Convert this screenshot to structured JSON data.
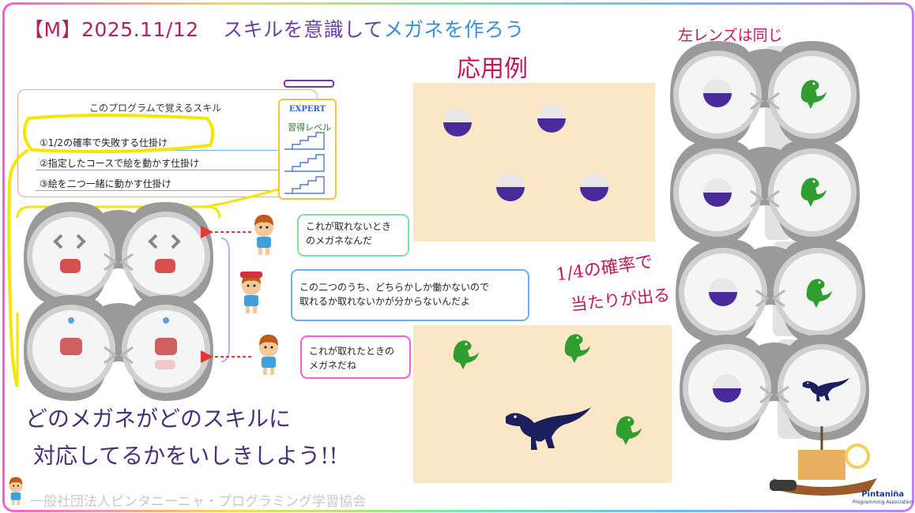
{
  "slide": {
    "title_prefix": "【M】2025.11/12",
    "title_part1": "スキルを意識して",
    "title_part2": "メガネを作ろう",
    "note_application": "応用例",
    "note_same_left_lens": "左レンズは同じ",
    "note_probability": "1/4の確率で",
    "note_probability_2": "当たりが出る",
    "note_bottom_1": "どのメガネがどのスキルに",
    "note_bottom_2": "対応してるかをいしきしよう!!",
    "footer_org": "一般社団法人ピンタニーニャ・プログラミング学習協会",
    "logo_name": "Pintaniña",
    "logo_sub": "Programming Association"
  },
  "skills": {
    "header": "このプログラムで覚えるスキル",
    "items": [
      "①1/2の確率で失敗する仕掛け",
      "②指定したコースで絵を動かす仕掛け",
      "③絵を二つ一緒に動かす仕掛け"
    ],
    "level_title": "EXPERT",
    "level_label": "習得レベル"
  },
  "bubbles": {
    "top": [
      "これが取れないとき",
      "のメガネなんだ"
    ],
    "middle": [
      "この二つのうち、どちらかしか働かないので",
      "取れるか取れないかが分からないんだよ"
    ],
    "bottom": [
      "これが取れたときの",
      "メガネだね"
    ]
  },
  "colors": {
    "accent_pink": "#c2185b",
    "accent_purple": "#6b3fa8",
    "accent_blue": "#3a8fd8",
    "highlight_yellow": "#f5e600",
    "panel_beige": "#fbe7c6",
    "orb_purple": "#4b2a9c",
    "dino_green": "#2f9e2f",
    "dino_navy": "#1b1f5e"
  }
}
